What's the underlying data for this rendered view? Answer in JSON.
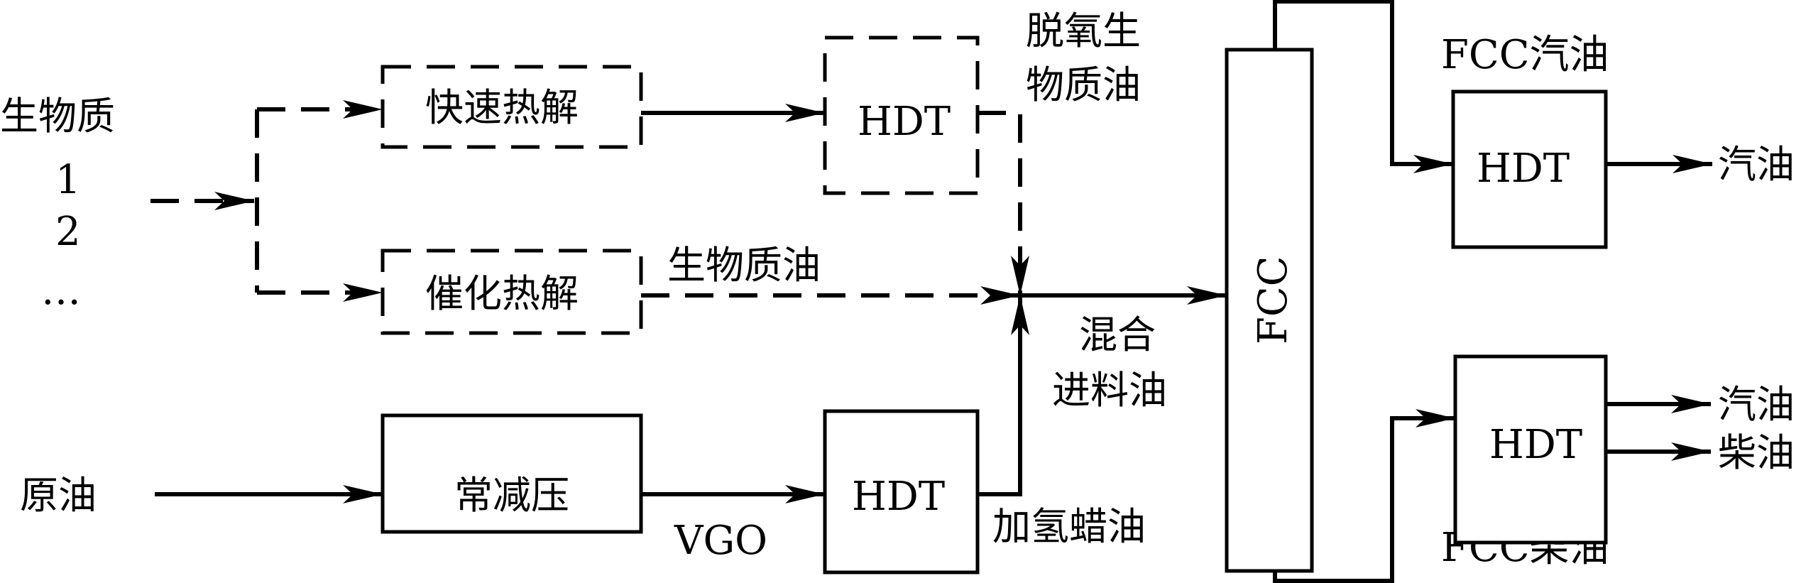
{
  "diagram": {
    "inputs": {
      "biomass": "生物质",
      "biomass_items": [
        "1",
        "2",
        "…"
      ],
      "crude_oil": "原油"
    },
    "units": {
      "fast_pyrolysis": "快速热解",
      "catalytic_pyrolysis": "催化热解",
      "hdt_biooil": "HDT",
      "atm_vacuum": "常减压",
      "hdt_vgo": "HDT",
      "fcc": "FCC",
      "hdt_gasoline": "HDT",
      "hdt_diesel": "HDT"
    },
    "streams": {
      "deoxy_bio_oil_line1": "脱氧生",
      "deoxy_bio_oil_line2": "物质油",
      "bio_oil": "生物质油",
      "mixed_feed_line1": "混合",
      "mixed_feed_line2": "进料油",
      "vgo": "VGO",
      "hydro_wax_oil": "加氢蜡油",
      "fcc_gasoline": "FCC汽油",
      "fcc_diesel": "FCC柴油",
      "gasoline_out_1": "汽油",
      "gasoline_out_2": "汽油",
      "diesel_out": "柴油"
    }
  }
}
